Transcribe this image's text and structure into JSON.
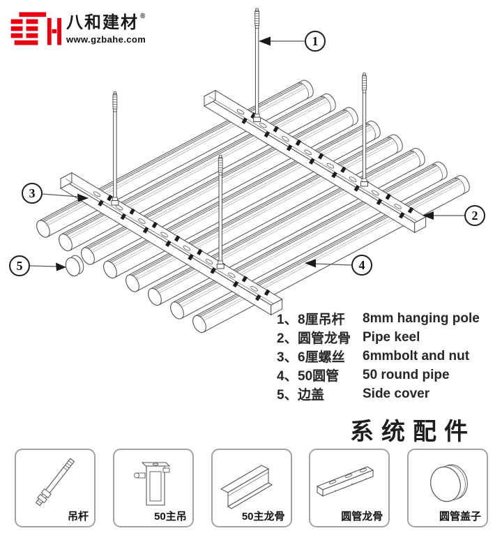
{
  "meta": {
    "background": "#ffffff",
    "line_color": "#4a4a4a",
    "accent_red": "#e60012"
  },
  "logo": {
    "name": "八和建材",
    "reg_mark": "®",
    "website": "www.gzbahe.com"
  },
  "diagram": {
    "callouts": [
      {
        "label": "1"
      },
      {
        "label": "2"
      },
      {
        "label": "3"
      },
      {
        "label": "4"
      },
      {
        "label": "5"
      }
    ]
  },
  "legend": {
    "items": [
      {
        "num": "1、",
        "cn": "8厘吊杆",
        "en": "8mm hanging pole"
      },
      {
        "num": "2、",
        "cn": "圆管龙骨",
        "en": "Pipe keel"
      },
      {
        "num": "3、",
        "cn": "6厘螺丝",
        "en": "6mmbolt and nut"
      },
      {
        "num": "4、",
        "cn": "50圆管",
        "en": "50 round pipe"
      },
      {
        "num": "5、",
        "cn": "边盖",
        "en": "Side cover"
      }
    ]
  },
  "section_title": "系统配件",
  "accessories": [
    {
      "label": "吊杆"
    },
    {
      "label": "50主吊"
    },
    {
      "label": "50主龙骨"
    },
    {
      "label": "圆管龙骨"
    },
    {
      "label": "圆管盖子"
    }
  ]
}
